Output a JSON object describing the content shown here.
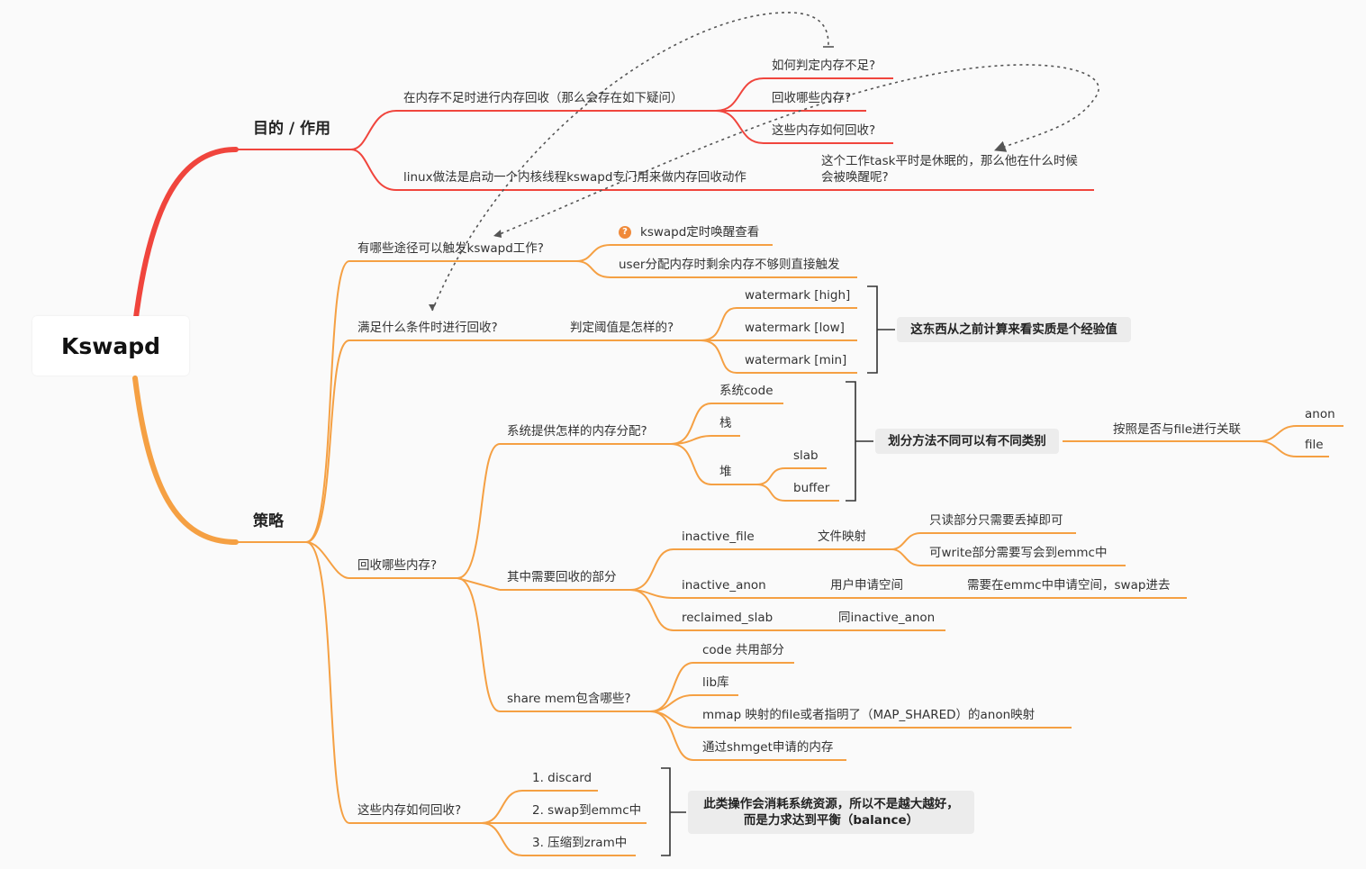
{
  "root": "Kswapd",
  "colors": {
    "red": "#f0453d",
    "orange": "#f5a043",
    "dashed": "#555555"
  },
  "branch1": {
    "title": "目的 / 作用",
    "n1": "在内存不足时进行内存回收（那么会存在如下疑问）",
    "q1": "如何判定内存不足?",
    "q2": "回收哪些内存?",
    "q3": "这些内存如何回收?",
    "n2": "linux做法是启动一个内核线程kswapd专门用来做内存回收动作",
    "n2_line1": "这个工作task平时是休眠的，那么他在什么时候",
    "n2_line2": "会被唤醒呢?"
  },
  "branch2": {
    "title": "策略",
    "trigger": {
      "label": "有哪些途径可以触发kswapd工作?",
      "icon": "question-icon",
      "c1": "kswapd定时唤醒查看",
      "c2": "user分配内存时剩余内存不够则直接触发"
    },
    "condition": {
      "label": "满足什么条件时进行回收?",
      "sub": "判定阈值是怎样的?",
      "w1": "watermark [high]",
      "w2": "watermark [low]",
      "w3": "watermark [min]",
      "note": "这东西从之前计算来看实质是个经验值"
    },
    "which": {
      "label": "回收哪些内存?",
      "alloc": {
        "label": "系统提供怎样的内存分配?",
        "a1": "系统code",
        "a2": "栈",
        "a3": "堆",
        "h1": "slab",
        "h2": "buffer",
        "note": "划分方法不同可以有不同类别",
        "assoc": "按照是否与file进行关联",
        "anon": "anon",
        "file": "file"
      },
      "need": {
        "label": "其中需要回收的部分",
        "r1": "inactive_file",
        "r1d": "文件映射",
        "r1a": "只读部分只需要丢掉即可",
        "r1b": "可write部分需要写会到emmc中",
        "r2": "inactive_anon",
        "r2d": "用户申请空间",
        "r2e": "需要在emmc中申请空间，swap进去",
        "r3": "reclaimed_slab",
        "r3d": "同inactive_anon"
      },
      "share": {
        "label": "share mem包含哪些?",
        "s1": "code 共用部分",
        "s2": "lib库",
        "s3": "mmap 映射的file或者指明了（MAP_SHARED）的anon映射",
        "s4": "通过shmget申请的内存"
      }
    },
    "how": {
      "label": "这些内存如何回收?",
      "m1": "1. discard",
      "m2": "2. swap到emmc中",
      "m3": "3. 压缩到zram中",
      "note1": "此类操作会消耗系统资源，所以不是越大越好，",
      "note2": "而是力求达到平衡（balance）"
    }
  }
}
